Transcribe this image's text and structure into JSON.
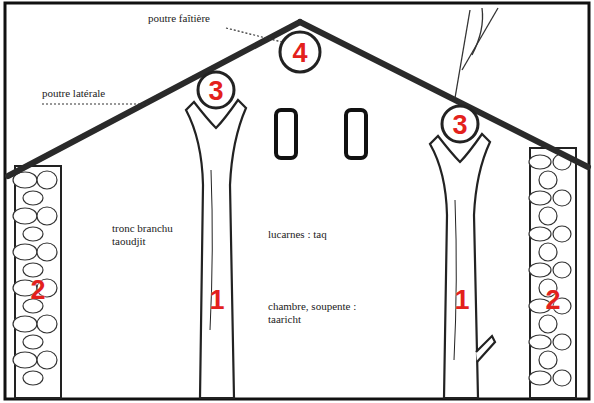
{
  "diagram": {
    "labels": [
      "poutre faîtière",
      "4",
      "poutre latérale",
      "3",
      "3",
      "lucarnes : taq",
      "tronc branchu taoudjit",
      "2",
      "2",
      "1",
      "1",
      "chambre, soupente : taaricht"
    ]
  }
}
